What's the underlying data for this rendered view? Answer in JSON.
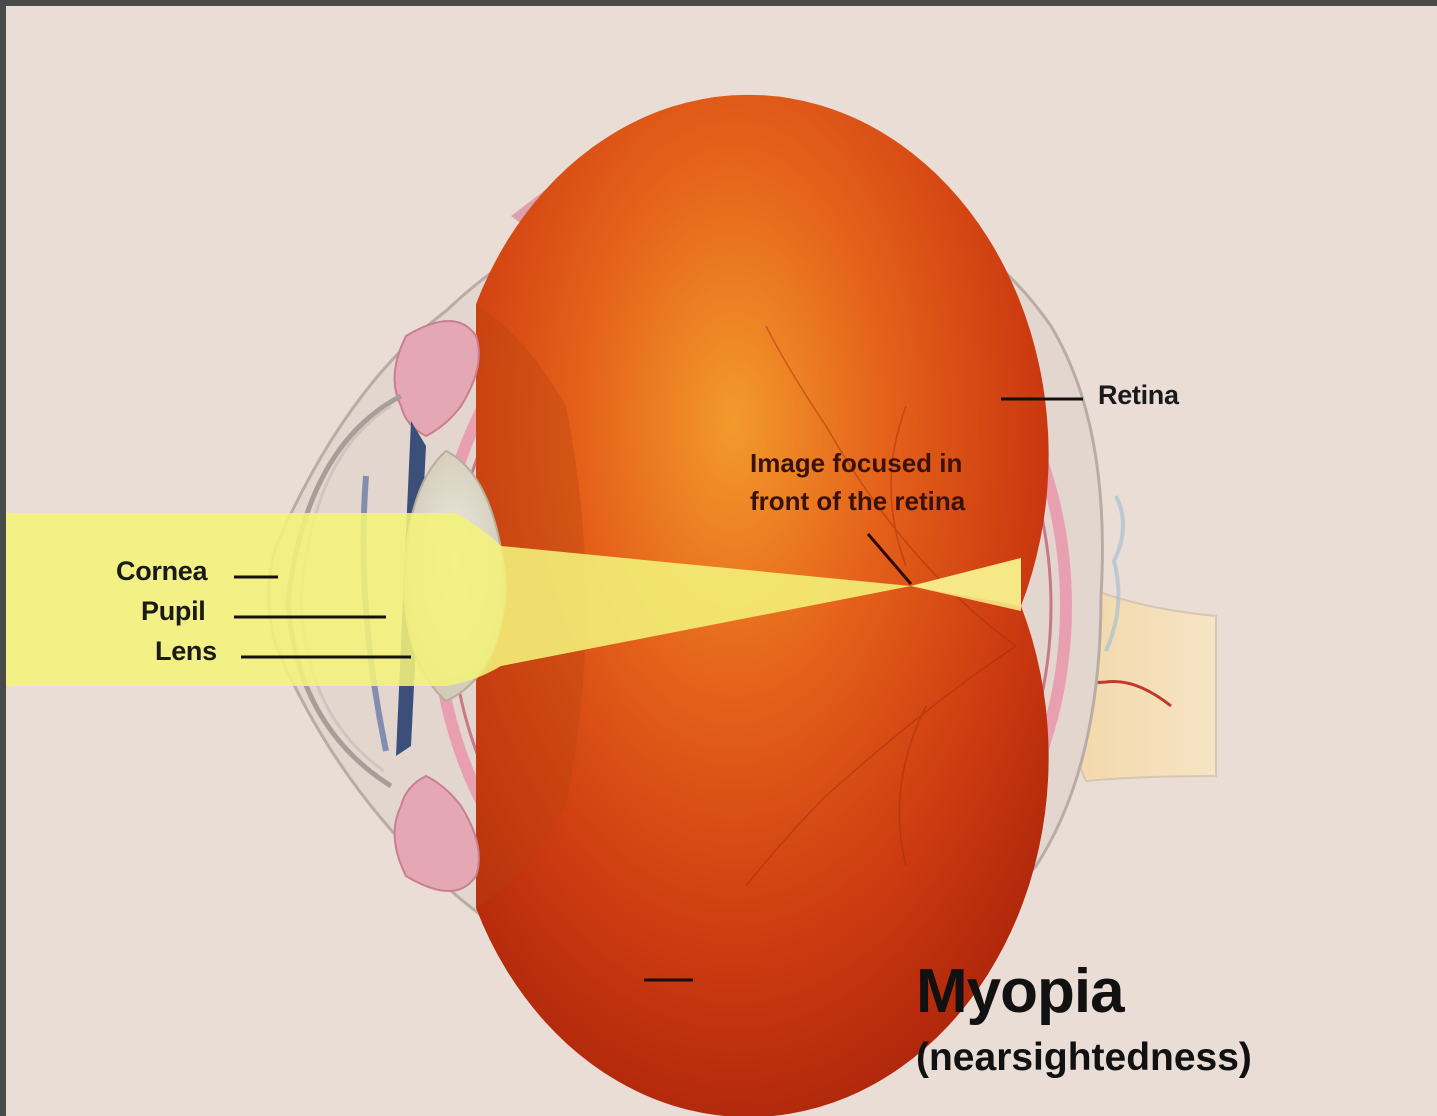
{
  "diagram": {
    "labels": {
      "cornea": "Cornea",
      "pupil": "Pupil",
      "lens": "Lens",
      "retina": "Retina",
      "focus_line1": "Image focused in",
      "focus_line2": "front of the retina"
    },
    "title": "Myopia",
    "subtitle": "(nearsightedness)",
    "colors": {
      "background": "#e9ddd6",
      "light_beam": "#f4f27a",
      "eye_interior": "#d9450e",
      "sclera": "#e3d6cf",
      "retina_layer": "#e8a0b0",
      "label_text": "#1a1a1a"
    }
  }
}
